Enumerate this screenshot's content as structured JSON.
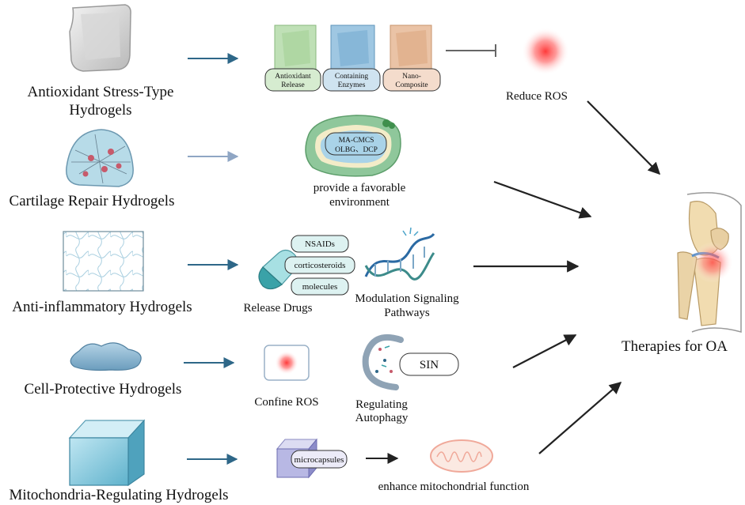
{
  "hydrogel_types": {
    "antioxidant": {
      "line1": "Antioxidant Stress-Type",
      "line2": "Hydrogels"
    },
    "cartilage": "Cartilage Repair Hydrogels",
    "anti_inflammatory": "Anti-inflammatory Hydrogels",
    "cell_protective": "Cell-Protective Hydrogels",
    "mitochondria": "Mitochondria-Regulating Hydrogels"
  },
  "antioxidant_row": {
    "tags": [
      {
        "line1": "Antioxidant",
        "line2": "Release"
      },
      {
        "line1": "Containing",
        "line2": "Enzymes"
      },
      {
        "line1": "Nano-",
        "line2": "Composite"
      }
    ],
    "effect": "Reduce ROS"
  },
  "cartilage_row": {
    "matrix_line1": "MA-CMCS",
    "matrix_line2": "OLBG、DCP",
    "effect_line1": "provide a favorable",
    "effect_line2": "environment"
  },
  "anti_inflammatory_row": {
    "drugs": [
      "NSAIDs",
      "corticosteroids",
      "molecules"
    ],
    "release_label": "Release Drugs",
    "modulation_line1": "Modulation  Signaling",
    "modulation_line2": "Pathways"
  },
  "cell_protective_row": {
    "confine_label": "Confine ROS",
    "sin_label": "SIN",
    "autophagy_line1": "Regulating",
    "autophagy_line2": "Autophagy"
  },
  "mitochondria_row": {
    "capsule_label": "microcapsules",
    "effect": "enhance mitochondrial function"
  },
  "outcome": "Therapies for OA",
  "colors": {
    "hydrogel_arrow": "#2e6788",
    "outcome_arrow": "#222222",
    "green_tag": "#d6ecd0",
    "blue_tag": "#cfe3f0",
    "orange_tag": "#f4dccc",
    "ros_red": "#ff4040"
  }
}
